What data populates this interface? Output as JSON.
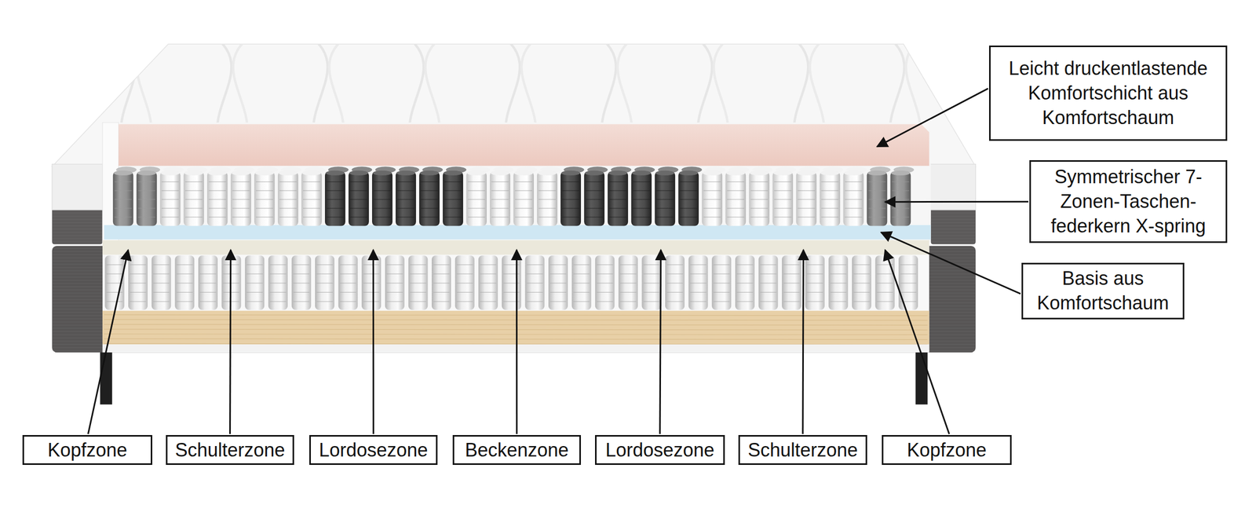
{
  "diagram": {
    "nodes": [
      {
        "text": [
          "Leicht druckentlastende Komfortschicht aus Komfortschaum"
        ]
      },
      {
        "text": [
          "Symmetrischer 7-Zonen-Taschen- federkern X-spring"
        ]
      },
      {
        "text": [
          "Basis aus Komfortschaum"
        ]
      },
      {
        "text": [
          "Kopfzone"
        ]
      },
      {
        "text": [
          "Schulterzone"
        ]
      },
      {
        "text": [
          "Lordosezone"
        ]
      },
      {
        "text": [
          "Beckenzone"
        ]
      },
      {
        "text": [
          "Lordosezone"
        ]
      },
      {
        "text": [
          "Schulterzone"
        ]
      },
      {
        "text": [
          "Kopfzone"
        ]
      }
    ]
  }
}
